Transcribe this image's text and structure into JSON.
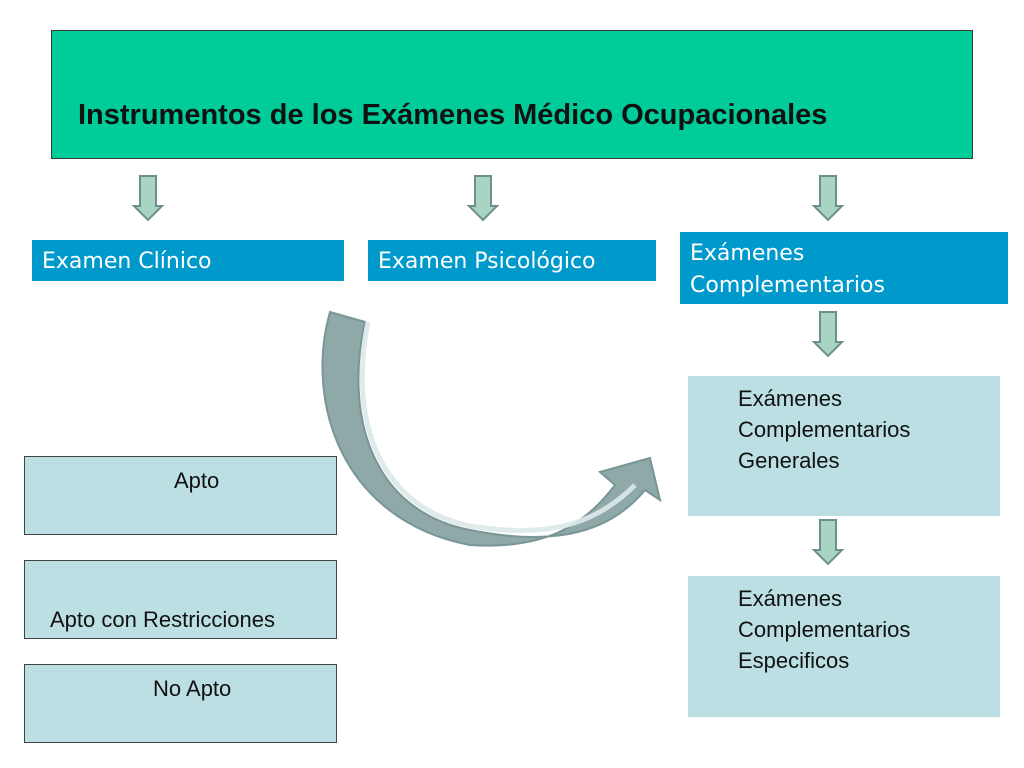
{
  "title": "Instrumentos de los Exámenes Médico Ocupacionales",
  "exams": {
    "clinico": "Examen Clínico",
    "psicologico": "Examen Psicológico",
    "complementarios": [
      "Exámenes",
      "Complementarios"
    ]
  },
  "complementary_types": {
    "generales": [
      "Exámenes",
      "Complementarios",
      "Generales"
    ],
    "especificos": [
      "Exámenes",
      "Complementarios",
      "Especificos"
    ]
  },
  "results": {
    "apto": "Apto",
    "apto_restricciones": "Apto con Restricciones",
    "no_apto": "No Apto"
  },
  "colors": {
    "title_fill": "#00cc99",
    "exam_fill": "#0099cc",
    "result_fill": "#bbdfe3",
    "arrow_fill": "#a8d4c4",
    "curved_arrow_fill": "#8fa8a8"
  }
}
